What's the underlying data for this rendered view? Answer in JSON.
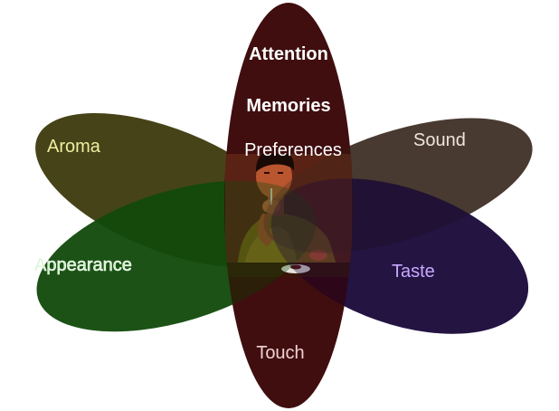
{
  "diagram": {
    "center_labels": [
      "Attention",
      "Memories",
      "Preferences"
    ],
    "petals": {
      "aroma": {
        "label": "Aroma",
        "color": "#3e3b0f",
        "text_color": "#f0eea0"
      },
      "sound": {
        "label": "Sound",
        "color": "#3c2c22",
        "text_color": "#ece6dc"
      },
      "appearance": {
        "label": "Appearance",
        "color": "#124a0c",
        "text_color": "#c8f2c0"
      },
      "taste": {
        "label": "Taste",
        "color": "#1a0a3a",
        "text_color": "#c9a8ff"
      },
      "touch": {
        "label": "Touch",
        "color": "#3a0607",
        "text_color": "#f0d2d2"
      },
      "center": {
        "color": "#3a0607"
      }
    },
    "center_image": {
      "icon": "person-eating-photo"
    }
  }
}
